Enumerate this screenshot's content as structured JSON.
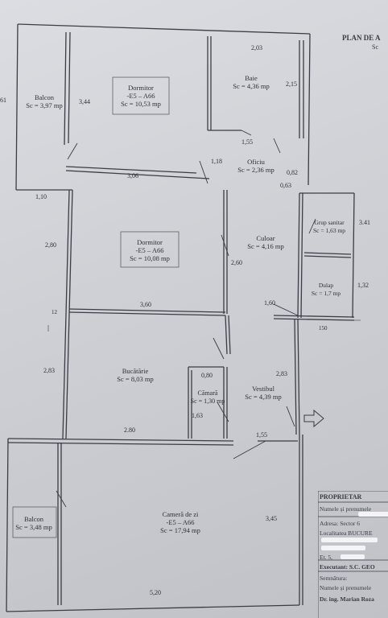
{
  "header": {
    "title": "PLAN DE A",
    "subtitle": "Sc"
  },
  "rooms": {
    "balcon_top": {
      "name": "Balcon",
      "area": "Sc = 3,97 mp"
    },
    "dormitor_top": {
      "name": "Dormitor",
      "code": "-E5 – A66",
      "area": "Sc = 10,53 mp"
    },
    "baie": {
      "name": "Baie",
      "area": "Sc = 4,36 mp"
    },
    "oficiu": {
      "name": "Oficiu",
      "area": "Sc = 2,36 mp"
    },
    "dormitor_mid": {
      "name": "Dormitor",
      "code": "-E5 – A66",
      "area": "Sc = 10,08 mp"
    },
    "culoar": {
      "name": "Culoar",
      "area": "Sc = 4,16 mp"
    },
    "grup_sanitar": {
      "name": "Grup sanitar",
      "area": "Sc = 1,63 mp"
    },
    "dulap": {
      "name": "Dulap",
      "area": "Sc = 1,7 mp"
    },
    "bucatarie": {
      "name": "Bucătărie",
      "area": "Sc = 8,03 mp"
    },
    "camara": {
      "name": "Cămară",
      "area": "Sc = 1,30 mp"
    },
    "vestibul": {
      "name": "Vestibul",
      "area": "Sc = 4,39 mp"
    },
    "balcon_bottom": {
      "name": "Balcon",
      "area": "Sc = 3,48 mp"
    },
    "camera_zi": {
      "name": "Cameră de zi",
      "code": "-E5 – A66",
      "area": "Sc = 17,94 mp"
    }
  },
  "dimensions": {
    "d_203": "2,03",
    "d_215": "2,15",
    "d_344": "3,44",
    "d_155a": "1,55",
    "d_118": "1,18",
    "d_082": "0,82",
    "d_063": "0,63",
    "d_306": "3,06",
    "d_110": "1,10",
    "d_280a": "2,80",
    "d_341": "3.41",
    "d_260": "2,60",
    "d_132": "1,32",
    "d_160": "1,60",
    "d_360": "3,60",
    "d_150": "150",
    "d_12": "12",
    "d_080": "0,80",
    "d_283a": "2,83",
    "d_283b": "2,83",
    "d_163": "1,63",
    "d_280b": "2.80",
    "d_155b": "1,55",
    "d_345": "3,45",
    "d_520": "5,20",
    "d_left": "61"
  },
  "info": {
    "owner_heading": "PROPRIETAR",
    "owner_name_label": "Numele și prenumele",
    "address_label": "Adresa: Sector 6",
    "locality_label": "Localitatea BUCURE",
    "et_label": "Et. 5,",
    "executant_label": "Executant: S.C. GEO",
    "semnatura_label": "Semnătura:",
    "numele_label": "Numele și prenumele",
    "dr_label": "Dr. ing. Marian Roza"
  },
  "entrance_arrow": "arrow-right-icon"
}
